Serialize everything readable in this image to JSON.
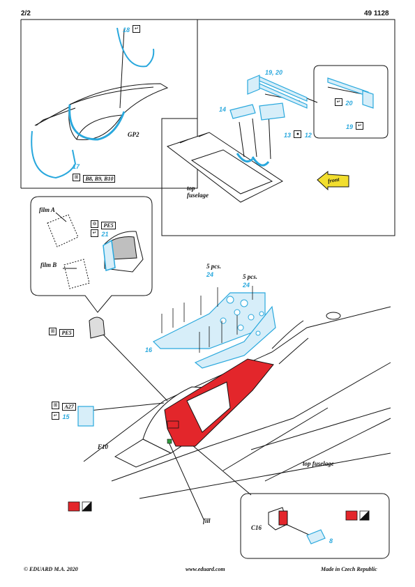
{
  "header": {
    "page": "2/2",
    "kit_number": "49 1128"
  },
  "top_left": {
    "part_18": "18",
    "part_17": "17",
    "gp_label": "GP2",
    "ref_tag": "B8, B9, B10"
  },
  "top_right": {
    "part_19_20": "19, 20",
    "part_14": "14",
    "part_13": "13",
    "part_12": "12",
    "inset_20": "20",
    "inset_19": "19",
    "front_label": "front",
    "fuselage_label_1": "top",
    "fuselage_label_2": "fuselage"
  },
  "callout": {
    "film_a": "film A",
    "film_b": "film B",
    "pe_tag": "PE5",
    "part_21": "21"
  },
  "main": {
    "pe_tag": "PE5",
    "a27_tag": "A27",
    "part_15": "15",
    "count_left": "5 pcs.",
    "count_right": "5 pcs.",
    "part_24a": "24",
    "part_24b": "24",
    "part_16": "16",
    "f10_label": "F10",
    "fill_label": "fill",
    "top_fuselage_label": "top fuselage"
  },
  "detail": {
    "c16_label": "C16",
    "part_8": "8"
  },
  "colors": {
    "red_fill": "#e3262b",
    "photo_etch": "#29a8dd",
    "line": "#111111"
  },
  "footer": {
    "copyright": "© EDUARD  M.A. 2020",
    "website": "www.eduard.com",
    "made_in": "Made in Czech Republic"
  }
}
